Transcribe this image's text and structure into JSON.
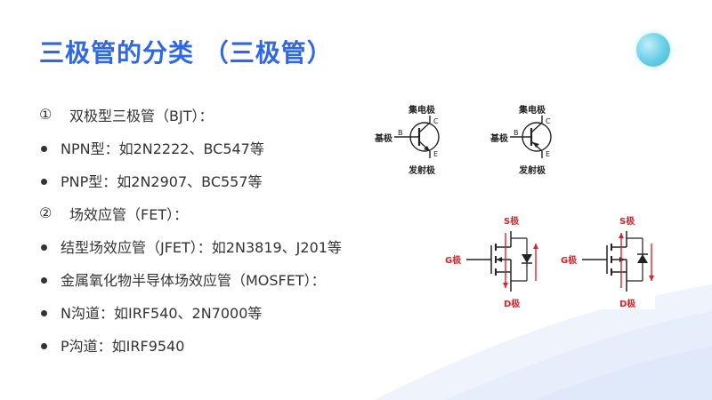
{
  "slide": {
    "title": "三极管的分类 （三极管）"
  },
  "list": [
    {
      "marker": "①",
      "type": "num",
      "text": "双极型三极管（BJT）："
    },
    {
      "marker": "",
      "type": "bullet",
      "text": "NPN型：如2N2222、BC547等"
    },
    {
      "marker": "",
      "type": "bullet",
      "text": "PNP型：如2N2907、BC557等"
    },
    {
      "marker": "②",
      "type": "num",
      "text": "场效应管（FET）："
    },
    {
      "marker": "",
      "type": "bullet",
      "text": "结型场效应管（JFET）：如2N3819、J201等"
    },
    {
      "marker": "",
      "type": "bullet",
      "text": "金属氧化物半导体场效应管（MOSFET）："
    },
    {
      "marker": "",
      "type": "bullet",
      "text": "N沟道：如IRF540、2N7000等"
    },
    {
      "marker": "",
      "type": "bullet",
      "text": "P沟道：如IRF9540"
    }
  ],
  "bjt_npn": {
    "collector": "集电极",
    "base": "基极",
    "emitter": "发射极",
    "c": "C",
    "b": "B",
    "e": "E"
  },
  "bjt_pnp": {
    "collector": "集电极",
    "base": "基极",
    "emitter": "发射极",
    "c": "C",
    "b": "B",
    "e": "E"
  },
  "mos_n": {
    "source": "S极",
    "gate": "G极",
    "drain": "D极"
  },
  "mos_p": {
    "source": "S极",
    "gate": "G极",
    "drain": "D极"
  },
  "colors": {
    "title": "#2f67e6",
    "mosfet_red": "#d8232a"
  }
}
